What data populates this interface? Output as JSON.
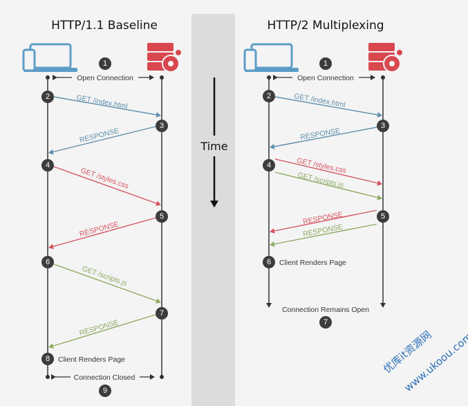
{
  "left": {
    "title": "HTTP/1.1 Baseline",
    "open_connection": "Open Connection",
    "request1": "GET /index.html",
    "response1": "RESPONSE",
    "request2": "GET /styles.css",
    "response2": "RESPONSE",
    "request3": "GET /scripts.js",
    "response3": "RESPONSE",
    "client_renders": "Client Renders Page",
    "connection_closed": "Connection Closed",
    "steps": [
      "1",
      "2",
      "3",
      "4",
      "5",
      "6",
      "7",
      "8",
      "9"
    ]
  },
  "right": {
    "title": "HTTP/2 Multiplexing",
    "open_connection": "Open Connection",
    "request1": "GET /index.html",
    "response1": "RESPONSE",
    "request2": "GET /styles.css",
    "request3": "GET /scripts.js",
    "response2": "RESPONSE",
    "response3": "RESPONSE",
    "client_renders": "Client Renders Page",
    "connection_remains_open": "Connection Remains Open",
    "steps": [
      "1",
      "2",
      "3",
      "4",
      "5",
      "6",
      "7"
    ]
  },
  "time_label": "Time",
  "watermark": {
    "line1": "优库it资源网",
    "line2": "www.ukoou.com"
  },
  "colors": {
    "blue": "#5f8fad",
    "red": "#d4555f",
    "green": "#8eaa62",
    "step_circle": "#3c3c3c",
    "server_red": "#d9474f",
    "device_blue": "#5b9cc8"
  },
  "icons": {
    "client": "laptop-phone-icon",
    "server": "server-gear-icon"
  }
}
